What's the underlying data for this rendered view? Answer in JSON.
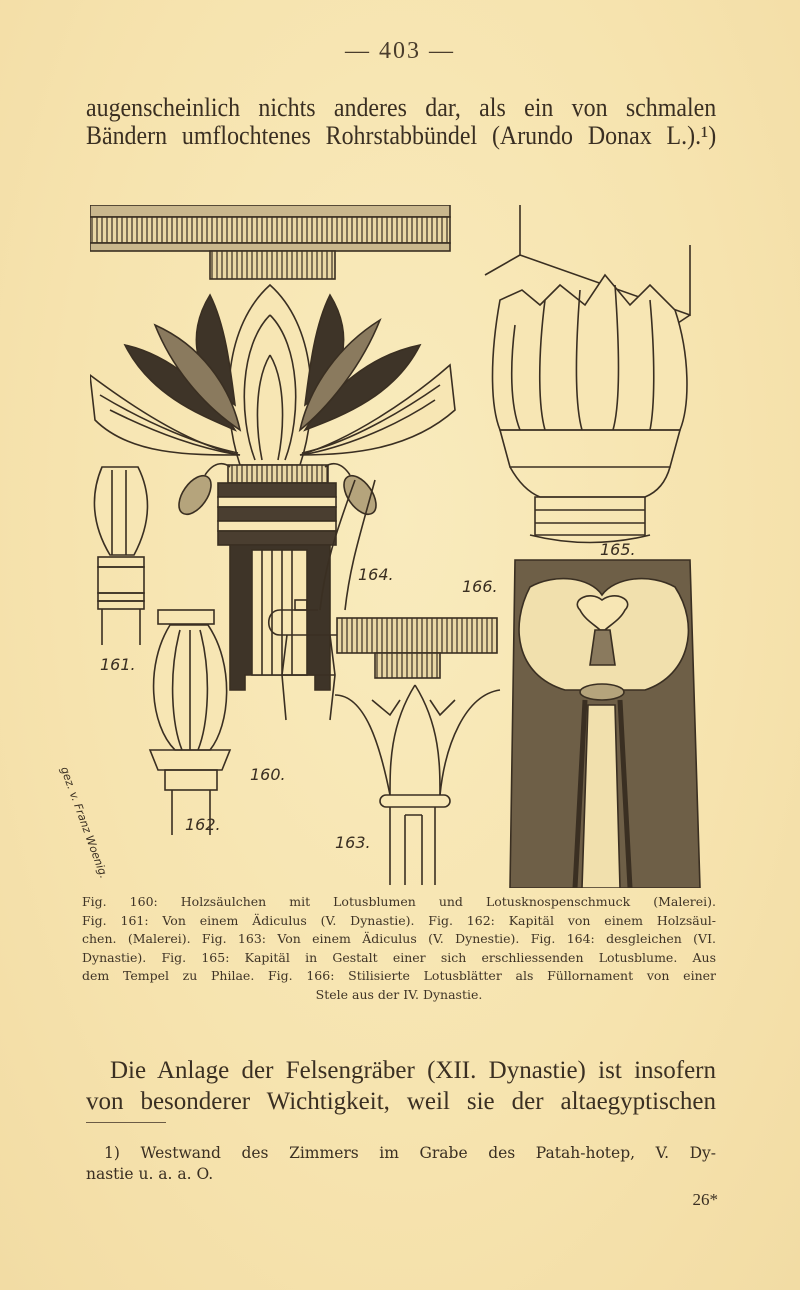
{
  "page": {
    "number_display": "— 403 —",
    "signature_mark": "26*"
  },
  "top_paragraph": {
    "lines": [
      "augenscheinlich nichts anderes dar, als ein von schmalen",
      "Bändern umflochtenes Rohrstabbündel (Arundo Donax L.).¹)"
    ]
  },
  "figure": {
    "labels": {
      "fig160": "160.",
      "fig161": "161.",
      "fig162": "162.",
      "fig163": "163.",
      "fig164": "164.",
      "fig165": "165.",
      "fig166": "166."
    },
    "artist_signature": "gez. v. Franz Woenig."
  },
  "caption": {
    "lines": [
      "Fig. 160: Holzsäulchen mit Lotusblumen und Lotusknospenschmuck (Malerei).",
      "Fig. 161: Von einem Ädiculus (V. Dynastie). Fig. 162: Kapitäl von einem Holzsäul-",
      "chen. (Malerei). Fig. 163: Von einem Ädiculus (V. Dynestie). Fig. 164: desgleichen (VI.",
      "Dynastie). Fig. 165: Kapitäl in Gestalt einer sich erschliessenden Lotusblume. Aus",
      "dem Tempel zu Philae. Fig. 166: Stilisierte Lotusblätter als Füllornament von einer",
      "Stele aus der IV. Dynastie."
    ]
  },
  "section_paragraph": {
    "lines": [
      "Die Anlage der Felsengräber (XII. Dynastie) ist insofern",
      "von besonderer Wichtigkeit, weil sie der altaegyptischen"
    ]
  },
  "footnote": {
    "lines": [
      "1) Westwand des Zimmers im Grabe des Patah-hotep, V. Dy-",
      "nastie u. a. a. O."
    ]
  },
  "colors": {
    "paper": "#f7e6b4",
    "ink": "#3a2f22"
  }
}
